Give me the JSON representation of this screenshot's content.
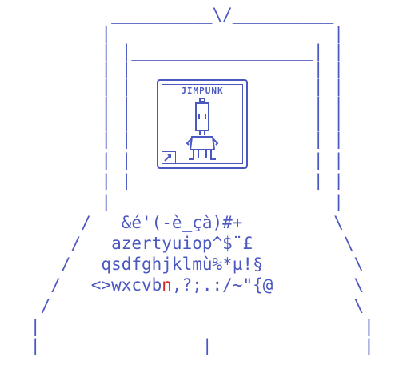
{
  "art": {
    "line0": "           __________\\/__________",
    "line1": "          |                      |",
    "line2": "          | |__________________| |",
    "line3": "          | |                  | |",
    "line8": "          | |                  | |",
    "line9": "          | |__________________| |",
    "line10": "          |______________________|",
    "line11": "        /   &é'(-è_çà)#+         \\",
    "line12": "       /   azertyuiop^$¨£         \\",
    "line13": "      /   qsdfghjklmù%*µ!§         \\",
    "line14_before": "     /   <>wxcvb",
    "line14_red": "n",
    "line14_after": ",?;.:/~\"{@        \\",
    "line15": "    /______________________________\\",
    "line16": "   |                                |",
    "line17": "   |________________|_______________|"
  },
  "icon": {
    "title": "JIMPUNK",
    "name": "robot-shortcut-icon"
  },
  "colors": {
    "ink": "#4a58c0",
    "highlight": "#d0281c",
    "background": "#ffffff"
  }
}
